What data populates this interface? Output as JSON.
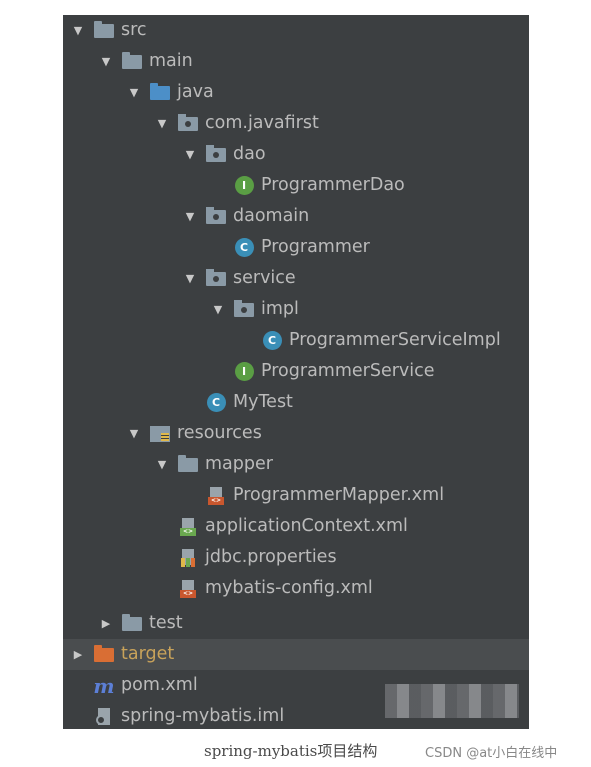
{
  "tree": [
    {
      "label": "src",
      "arrow": "down",
      "icon": "folder"
    },
    {
      "label": "main",
      "arrow": "down",
      "icon": "folder"
    },
    {
      "label": "java",
      "arrow": "down",
      "icon": "folder-blue"
    },
    {
      "label": "com.javafirst",
      "arrow": "down",
      "icon": "package"
    },
    {
      "label": "dao",
      "arrow": "down",
      "icon": "package"
    },
    {
      "label": "ProgrammerDao",
      "arrow": "none",
      "icon": "interface",
      "badge": "I"
    },
    {
      "label": "daomain",
      "arrow": "down",
      "icon": "package"
    },
    {
      "label": "Programmer",
      "arrow": "none",
      "icon": "class",
      "badge": "C"
    },
    {
      "label": "service",
      "arrow": "down",
      "icon": "package"
    },
    {
      "label": "impl",
      "arrow": "down",
      "icon": "package"
    },
    {
      "label": "ProgrammerServiceImpl",
      "arrow": "none",
      "icon": "class",
      "badge": "C"
    },
    {
      "label": "ProgrammerService",
      "arrow": "none",
      "icon": "interface",
      "badge": "I"
    },
    {
      "label": "MyTest",
      "arrow": "none",
      "icon": "test-class",
      "badge": "C"
    },
    {
      "label": "resources",
      "arrow": "down",
      "icon": "resources"
    },
    {
      "label": "mapper",
      "arrow": "down",
      "icon": "folder"
    },
    {
      "label": "ProgrammerMapper.xml",
      "arrow": "none",
      "icon": "xml"
    },
    {
      "label": "applicationContext.xml",
      "arrow": "none",
      "icon": "spring-xml"
    },
    {
      "label": "jdbc.properties",
      "arrow": "none",
      "icon": "properties"
    },
    {
      "label": "mybatis-config.xml",
      "arrow": "none",
      "icon": "xml"
    },
    {
      "label": "test",
      "arrow": "right",
      "icon": "folder"
    },
    {
      "label": "target",
      "arrow": "right",
      "icon": "folder-orange"
    },
    {
      "label": "pom.xml",
      "arrow": "none",
      "icon": "maven"
    },
    {
      "label": "spring-mybatis.iml",
      "arrow": "none",
      "icon": "iml"
    }
  ],
  "caption": "spring-mybatis项目结构",
  "watermark": "CSDN @at小白在线中",
  "colors": {
    "panel": "#3c3f41",
    "text": "#bbbbbb",
    "interface": "#5a9e44",
    "class": "#3a8fb7",
    "target": "#c8a25a"
  }
}
